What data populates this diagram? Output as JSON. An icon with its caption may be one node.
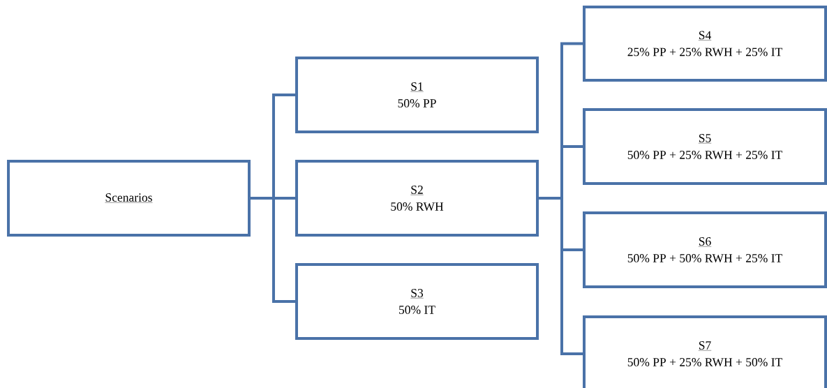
{
  "diagram": {
    "nodes": [
      {
        "text": [
          "Scenarios"
        ]
      },
      {
        "text": [
          "S1",
          "50% PP"
        ]
      },
      {
        "text": [
          "S2",
          "50% RWH"
        ]
      },
      {
        "text": [
          "S3",
          "50% IT"
        ]
      },
      {
        "text": [
          "S4",
          "25% PP + 25% RWH + 25% IT"
        ]
      },
      {
        "text": [
          "S5",
          "50% PP + 25% RWH + 25% IT"
        ]
      },
      {
        "text": [
          "S6",
          "50% PP + 50% RWH + 25% IT"
        ]
      },
      {
        "text": [
          "S7",
          "50% PP + 25% RWH + 50% IT"
        ]
      }
    ],
    "edges": [
      {
        "from": 0,
        "to": 1,
        "arrow": "none"
      },
      {
        "from": 0,
        "to": 2,
        "arrow": "none"
      },
      {
        "from": 0,
        "to": 3,
        "arrow": "none"
      },
      {
        "from": 2,
        "to": 4,
        "arrow": "none"
      },
      {
        "from": 2,
        "to": 5,
        "arrow": "none"
      },
      {
        "from": 2,
        "to": 6,
        "arrow": "none"
      },
      {
        "from": 2,
        "to": 7,
        "arrow": "none"
      }
    ]
  }
}
